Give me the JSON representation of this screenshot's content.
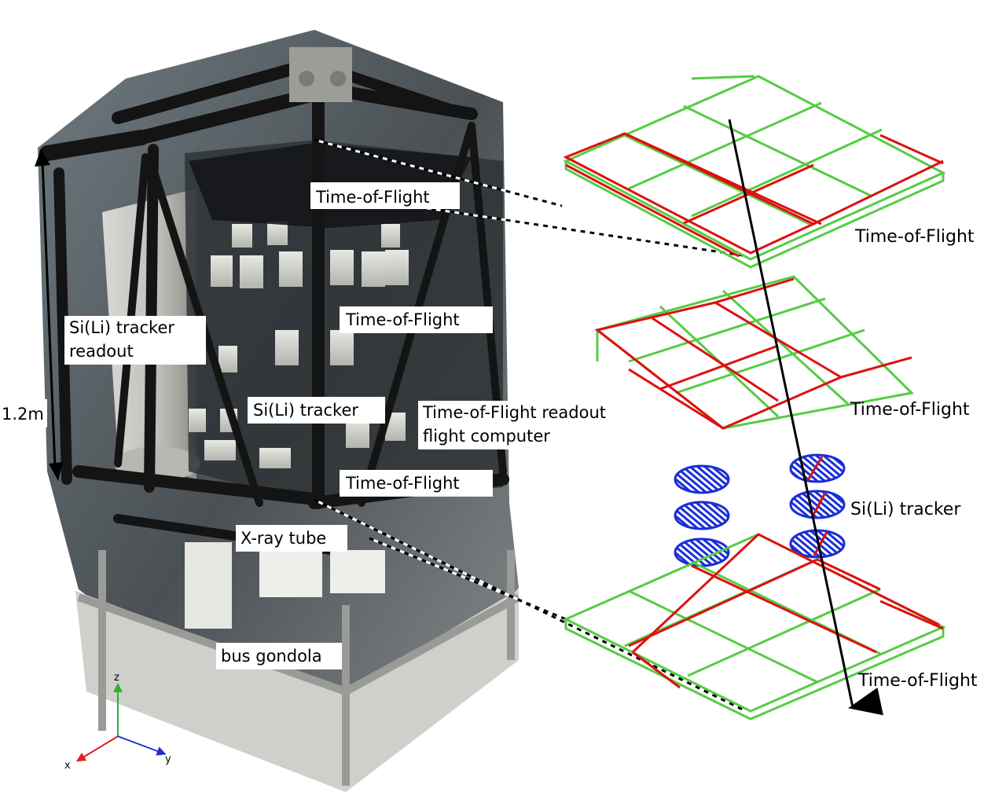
{
  "photo_labels": {
    "tof_top": "Time-of-Flight",
    "tof_middle": "Time-of-Flight",
    "tracker_readout_line1": "Si(Li) tracker",
    "tracker_readout_line2": "readout",
    "tracker": "Si(Li) tracker",
    "tof_readout_line1": "Time-of-Flight readout",
    "tof_readout_line2": "flight computer",
    "tof_bottom": "Time-of-Flight",
    "xray_tube": "X-ray tube",
    "bus_gondola": "bus gondola"
  },
  "dimension": {
    "height_label": "1.2m"
  },
  "axes": {
    "z": "z",
    "x": "x",
    "y": "y",
    "colors": {
      "x": "#e02020",
      "y": "#2030d0",
      "z": "#30b030"
    }
  },
  "diagram_labels": {
    "tof_upper": "Time-of-Flight",
    "tof_mid": "Time-of-Flight",
    "tracker": "Si(Li) tracker",
    "tof_lower": "Time-of-Flight"
  },
  "colors": {
    "paddle_red": "#dd1111",
    "paddle_green": "#55cc44",
    "tracker_blue": "#1a2ed6"
  }
}
